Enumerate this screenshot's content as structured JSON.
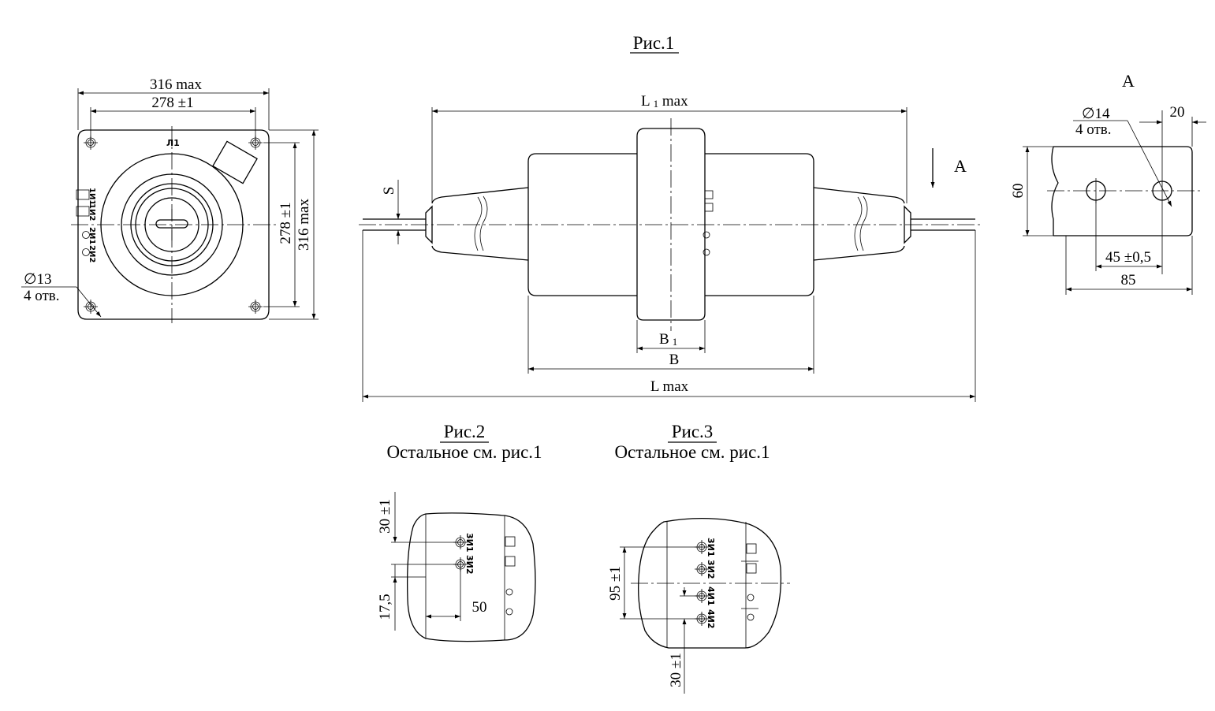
{
  "figures": {
    "fig1": {
      "title": "Рис.1"
    },
    "fig2": {
      "title": "Рис.2",
      "note": "Остальное см. рис.1"
    },
    "fig3": {
      "title": "Рис.3",
      "note": "Остальное см. рис.1"
    }
  },
  "front_view": {
    "width_outer": "316 max",
    "width_holes": "278 ±1",
    "height_holes": "278 ±1",
    "height_outer": "316 max",
    "hole_dia": "∅13",
    "hole_count": "4 отв.",
    "mark_l1": "Л1",
    "terminals": [
      "1И1",
      "1И2",
      "2И1",
      "2И2"
    ]
  },
  "side_view": {
    "L1": "L",
    "L1_sub": "1",
    "L1_suffix": " max",
    "L": "L max",
    "B1": "B",
    "B1_sub": "1",
    "B": "B",
    "S": "S",
    "view_arrow": "A"
  },
  "view_a": {
    "title": "A",
    "hole_dia": "∅14",
    "hole_count": "4 отв.",
    "dim_20": "20",
    "dim_60": "60",
    "dim_45": "45 ±0,5",
    "dim_85": "85"
  },
  "fig2_detail": {
    "dim_30": "30 ±1",
    "dim_17": "17,5",
    "dim_50": "50",
    "terminals": [
      "3И1",
      "3И2"
    ]
  },
  "fig3_detail": {
    "dim_95": "95 ±1",
    "dim_30": "30 ±1",
    "terminals": [
      "3И1",
      "3И2",
      "4И1",
      "4И2"
    ]
  }
}
